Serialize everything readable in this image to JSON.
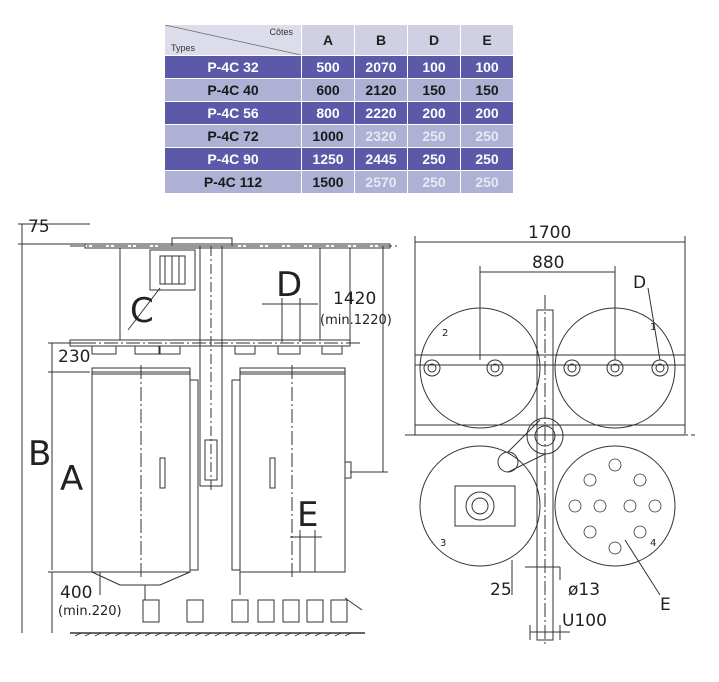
{
  "table": {
    "corner_top": "Côtes",
    "corner_bottom": "Types",
    "columns": [
      "A",
      "B",
      "D",
      "E"
    ],
    "rows": [
      {
        "type": "P-4C 32",
        "values": [
          "500",
          "2070",
          "100",
          "100"
        ]
      },
      {
        "type": "P-4C 40",
        "values": [
          "600",
          "2120",
          "150",
          "150"
        ]
      },
      {
        "type": "P-4C 56",
        "values": [
          "800",
          "2220",
          "200",
          "200"
        ]
      },
      {
        "type": "P-4C 72",
        "values": [
          "1000",
          "2320",
          "250",
          "250"
        ]
      },
      {
        "type": "P-4C 90",
        "values": [
          "1250",
          "2445",
          "250",
          "250"
        ]
      },
      {
        "type": "P-4C 112",
        "values": [
          "1500",
          "2570",
          "250",
          "250"
        ]
      }
    ]
  },
  "side_view": {
    "dim_75": "75",
    "dim_1420": "1420",
    "dim_min1220": "(min.1220)",
    "dim_230": "230",
    "dim_400": "400",
    "dim_min220": "(min.220)",
    "label_b": "B",
    "label_a": "A",
    "label_c": "C",
    "label_d": "D",
    "label_e": "E"
  },
  "top_view": {
    "dim_1700": "1700",
    "dim_880": "880",
    "label_d": "D",
    "label_e": "E",
    "dim_25": "25",
    "dim_phi13": "ø13",
    "dim_u100": "U100",
    "num_1": "1",
    "num_2": "2",
    "num_3": "3",
    "num_4": "4"
  }
}
